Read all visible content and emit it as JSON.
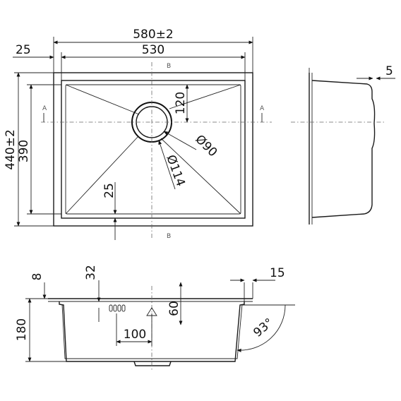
{
  "top_view": {
    "overall_width": "580±2",
    "inner_width": "530",
    "flange_offset": "25",
    "overall_depth": "440±2",
    "inner_depth": "390",
    "drain_offset_top": "120",
    "drain_diameter": "Ø90",
    "outer_ring_diameter": "Ø114",
    "corner_radius": "25",
    "section_mark_a": "A",
    "section_mark_b": "B"
  },
  "side_view": {
    "rim_thickness": "5"
  },
  "section_view": {
    "flange_height": "8",
    "overflow_offset": "32",
    "overflow_height": "60",
    "bowl_depth": "180",
    "overflow_width": "100",
    "rim_width": "15",
    "wall_angle": "93°"
  }
}
